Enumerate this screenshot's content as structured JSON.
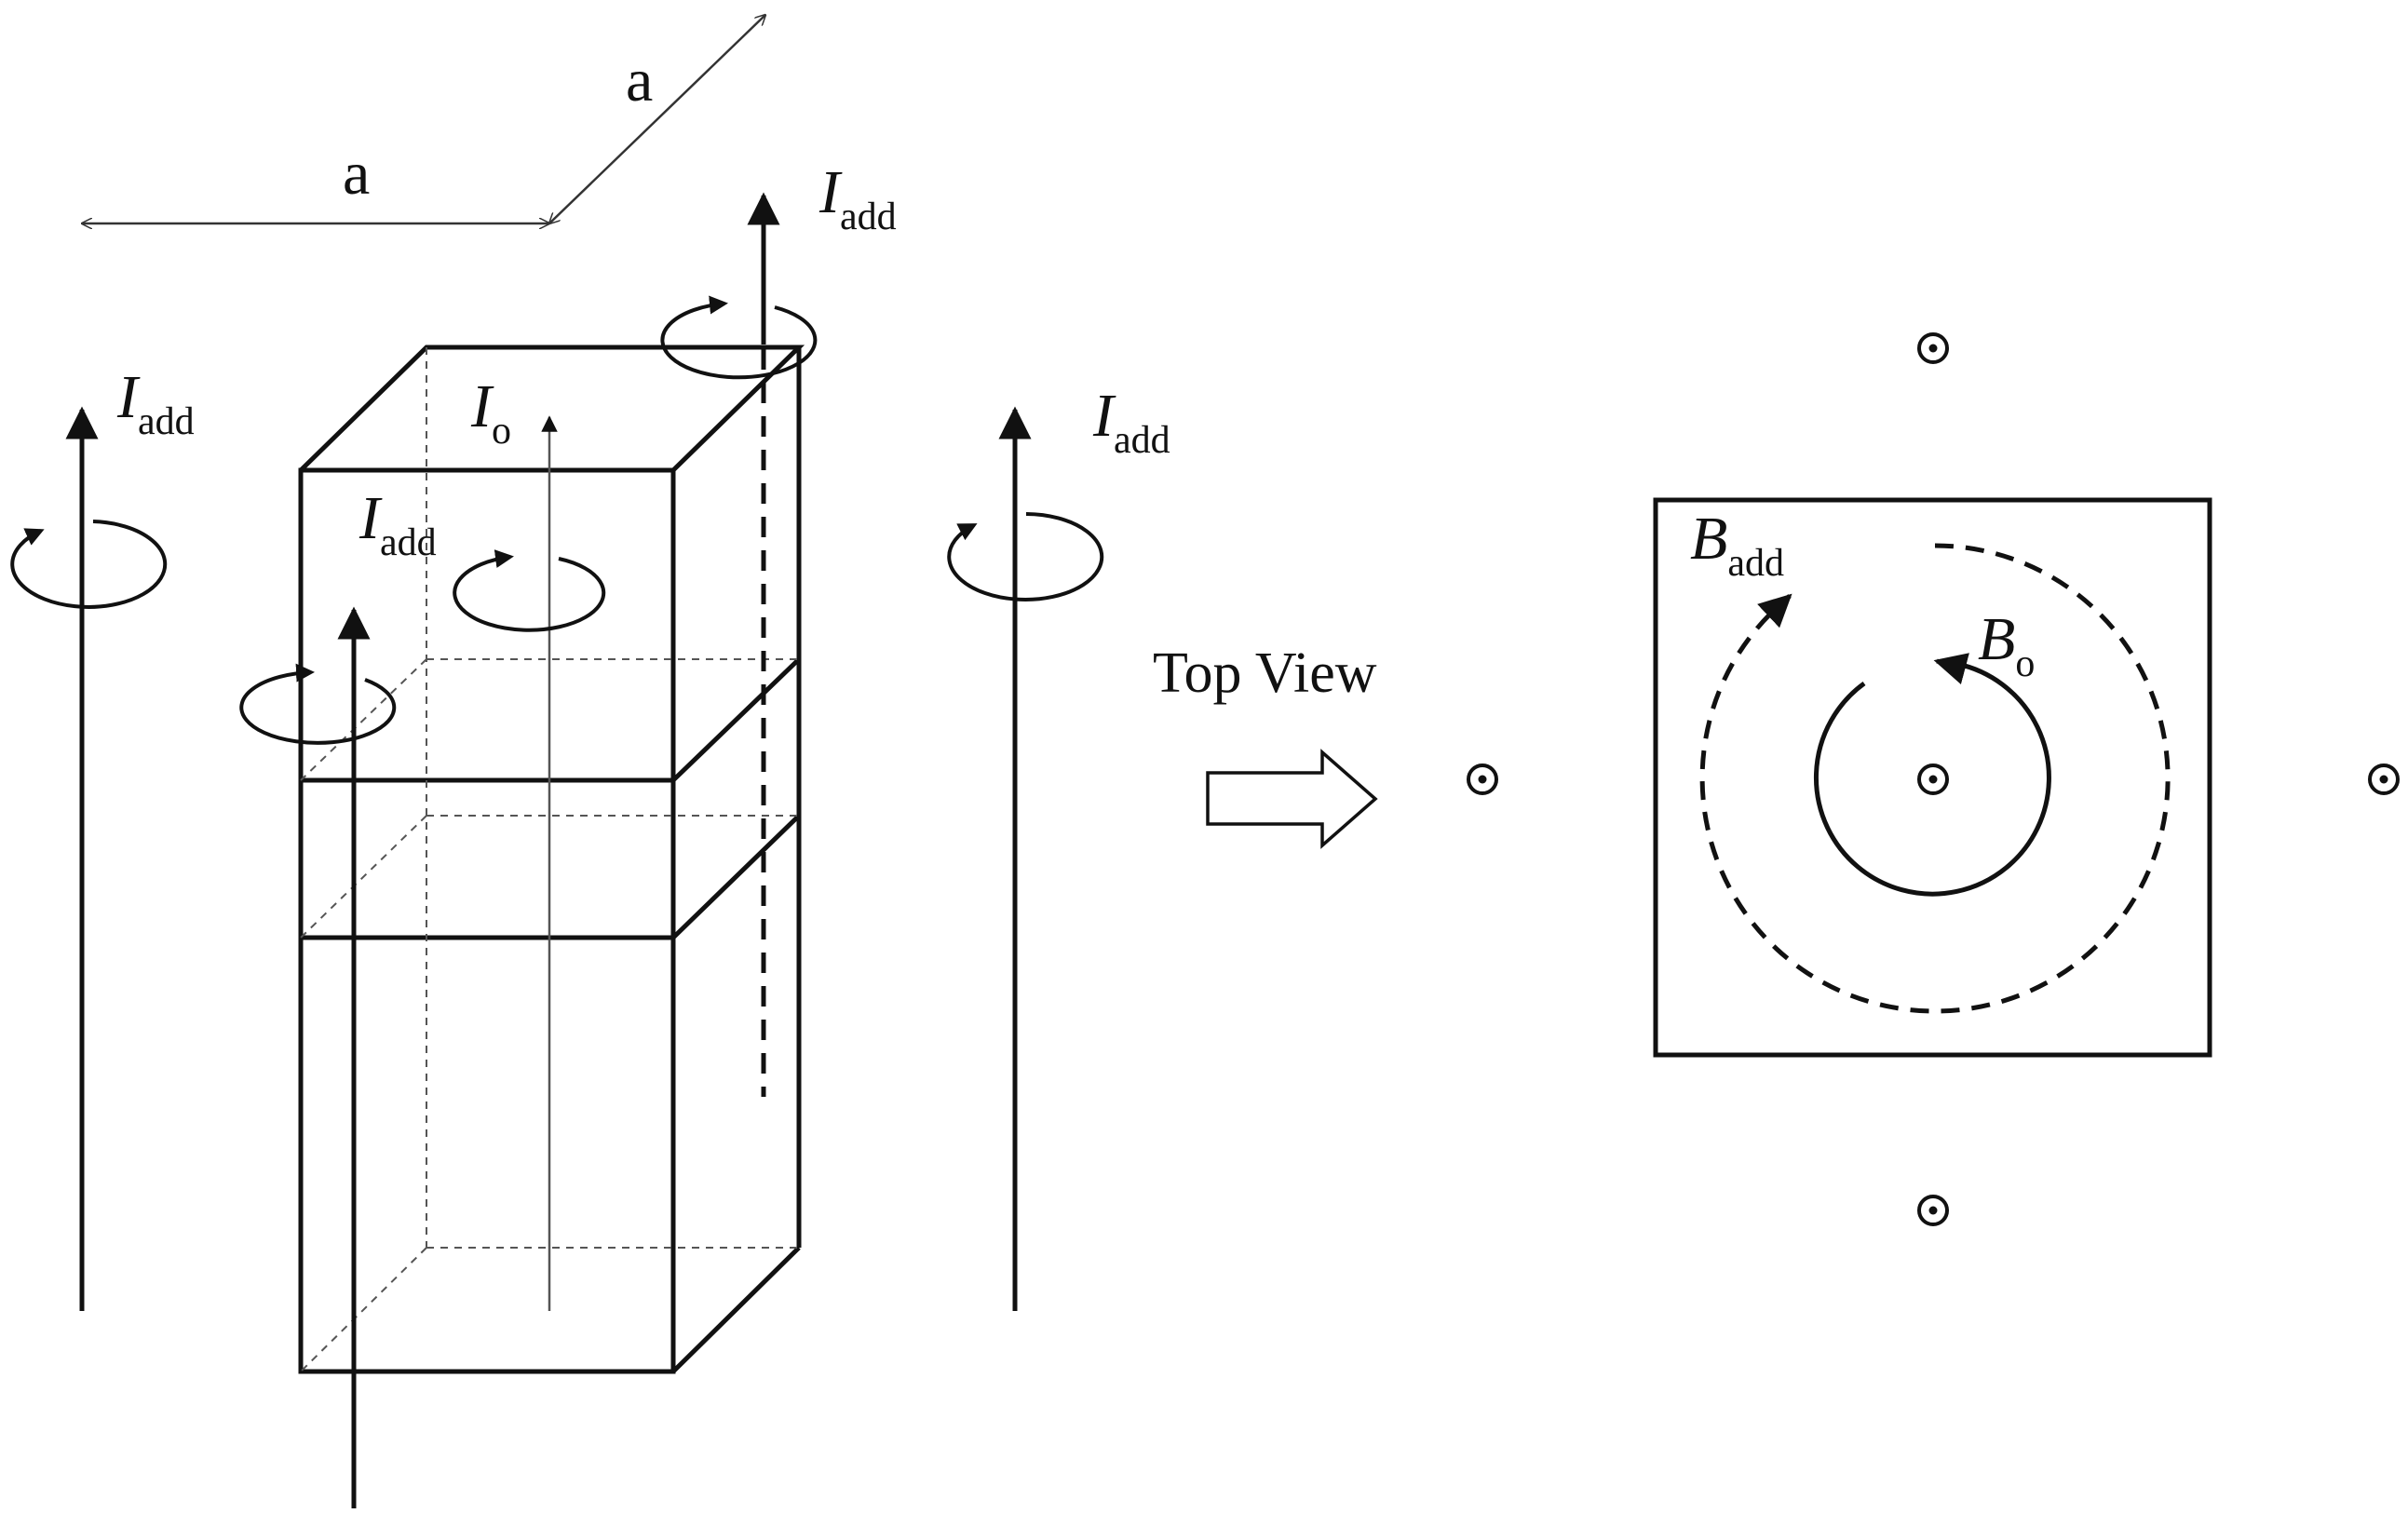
{
  "dimension_labels": {
    "width": "a",
    "depth": "a"
  },
  "current_labels": {
    "symbol": "I",
    "added_sub": "add",
    "original_sub": "o"
  },
  "field_labels": {
    "symbol": "B",
    "added_sub": "add",
    "original_sub": "o"
  },
  "transition_label": "Top View",
  "colors": {
    "ink": "#111111",
    "background": "#ffffff",
    "guide": "#555555"
  }
}
